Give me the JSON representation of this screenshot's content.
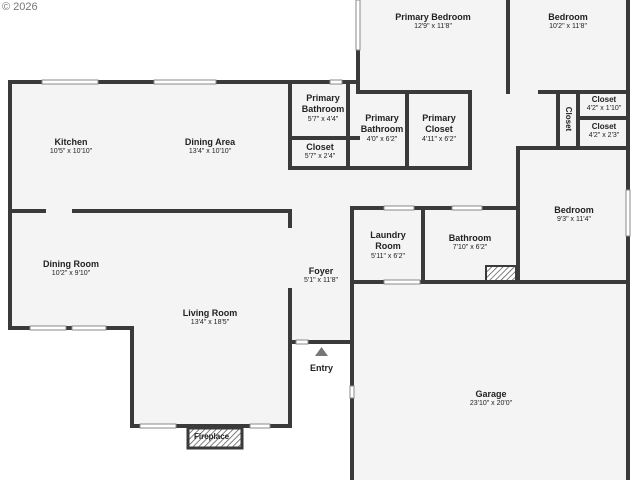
{
  "copyright": "© 2026",
  "rooms": {
    "primary_bedroom": {
      "name": "Primary Bedroom",
      "dims": "12'9\" x 11'8\""
    },
    "bedroom_top": {
      "name": "Bedroom",
      "dims": "10'2\" x 11'8\""
    },
    "primary_bathroom_a": {
      "name": "Primary Bathroom",
      "dims": "5'7\" x 4'4\""
    },
    "primary_bathroom_b": {
      "name": "Primary Bathroom",
      "dims": "4'0\" x 6'2\""
    },
    "primary_closet": {
      "name": "Primary Closet",
      "dims": "4'11\" x 6'2\""
    },
    "closet_small": {
      "name": "Closet",
      "dims": "5'7\" x 2'4\""
    },
    "closet_vertical": {
      "name": "Closet",
      "dims": ""
    },
    "closet_a": {
      "name": "Closet",
      "dims": "4'2\" x 1'10\""
    },
    "closet_b": {
      "name": "Closet",
      "dims": "4'2\" x 2'3\""
    },
    "kitchen": {
      "name": "Kitchen",
      "dims": "10'5\" x 10'10\""
    },
    "dining_area": {
      "name": "Dining Area",
      "dims": "13'4\" x 10'10\""
    },
    "bedroom_right": {
      "name": "Bedroom",
      "dims": "9'3\" x 11'4\""
    },
    "laundry": {
      "name": "Laundry Room",
      "dims": "5'11\" x 6'2\""
    },
    "bathroom": {
      "name": "Bathroom",
      "dims": "7'10\" x 6'2\""
    },
    "dining_room": {
      "name": "Dining Room",
      "dims": "10'2\" x 9'10\""
    },
    "foyer": {
      "name": "Foyer",
      "dims": "5'1\" x 11'8\""
    },
    "living_room": {
      "name": "Living Room",
      "dims": "13'4\" x 18'5\""
    },
    "garage": {
      "name": "Garage",
      "dims": "23'10\" x 20'0\""
    }
  },
  "labels": {
    "entry": "Entry",
    "fireplace": "Fireplace"
  }
}
